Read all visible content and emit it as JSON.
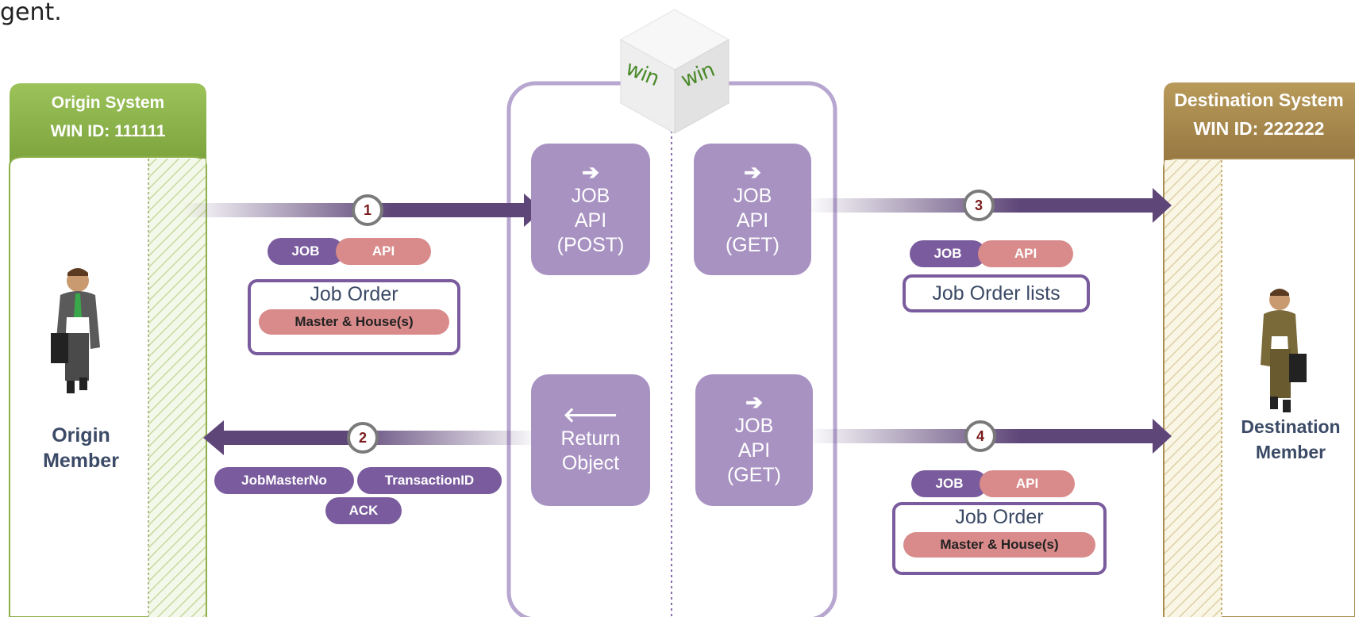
{
  "intro_text": "gent.",
  "origin": {
    "system_title": "Origin System",
    "win_id": "WIN ID: 111111",
    "member_line1": "Origin",
    "member_line2": "Member"
  },
  "destination": {
    "system_title": "Destination System",
    "win_id": "WIN ID: 222222",
    "member_line1": "Destination",
    "member_line2": "Member"
  },
  "logo": {
    "text_left": "win",
    "text_right": "win"
  },
  "api_cards": [
    {
      "arrow": "➔",
      "line1": "JOB",
      "line2": "API",
      "line3": "(POST)"
    },
    {
      "arrow": "➔",
      "line1": "JOB",
      "line2": "API",
      "line3": "(GET)"
    },
    {
      "arrow": "🡐",
      "line1": "Return",
      "line2": "Object"
    },
    {
      "arrow": "➔",
      "line1": "JOB",
      "line2": "API",
      "line3": "(GET)"
    }
  ],
  "steps": [
    "1",
    "2",
    "3",
    "4"
  ],
  "tags": {
    "job": "JOB",
    "api": "API",
    "job_master_no": "JobMasterNo",
    "transaction_id": "TransactionID",
    "ack": "ACK"
  },
  "messages": {
    "job_order": "Job Order",
    "master_house": "Master & House(s)",
    "job_order_lists": "Job Order lists"
  },
  "colors": {
    "purple": "#5e4678",
    "tag_purple": "#7a5c9e",
    "tag_pink": "#d98a8a",
    "card": "#a892c2",
    "origin_green": "#8cb04a",
    "dest_brown": "#a88c50"
  }
}
